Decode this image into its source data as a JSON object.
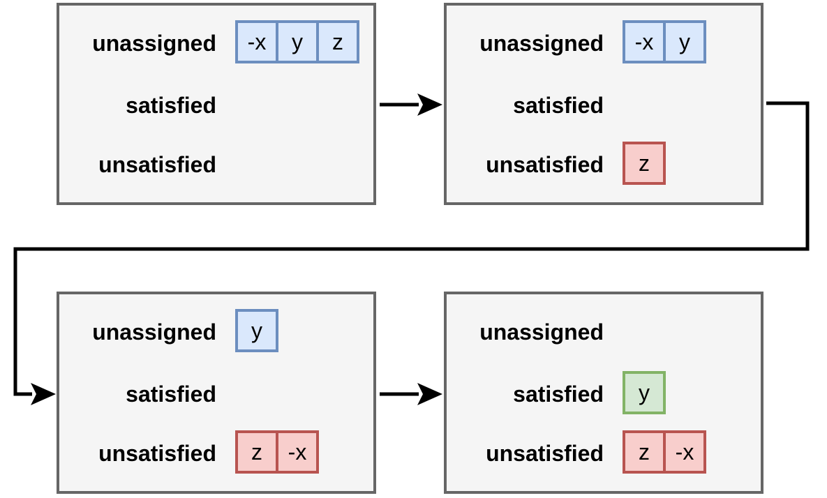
{
  "row_labels": {
    "unassigned": "unassigned",
    "satisfied": "satisfied",
    "unsatisfied": "unsatisfied"
  },
  "colors": {
    "unassigned_fill": "#dae8fc",
    "unassigned_border": "#6c8ebf",
    "unsatisfied_fill": "#f8cecc",
    "unsatisfied_border": "#b85450",
    "satisfied_fill": "#d5e8d4",
    "satisfied_border": "#82b366",
    "box_fill": "#f5f5f5",
    "box_border": "#666666",
    "arrow": "#000000"
  },
  "states": [
    {
      "unassigned": [
        "-x",
        "y",
        "z"
      ],
      "satisfied": [],
      "unsatisfied": []
    },
    {
      "unassigned": [
        "-x",
        "y"
      ],
      "satisfied": [],
      "unsatisfied": [
        "z"
      ]
    },
    {
      "unassigned": [
        "y"
      ],
      "satisfied": [],
      "unsatisfied": [
        "z",
        "-x"
      ]
    },
    {
      "unassigned": [],
      "satisfied": [
        "y"
      ],
      "unsatisfied": [
        "z",
        "-x"
      ]
    }
  ]
}
